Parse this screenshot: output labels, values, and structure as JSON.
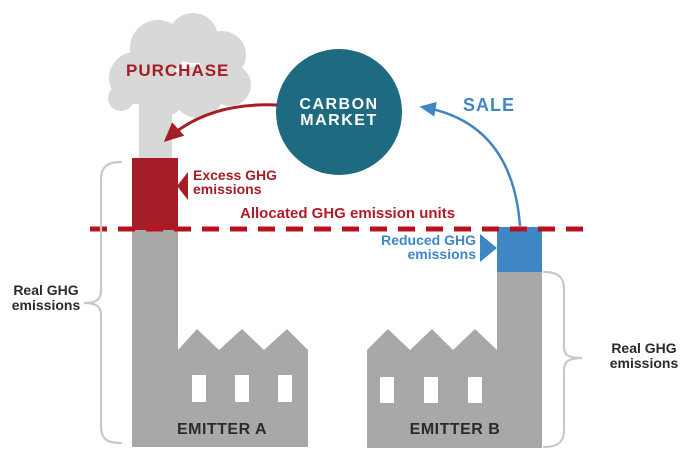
{
  "labels": {
    "purchase": "PURCHASE",
    "sale": "SALE",
    "carbon_market": {
      "line1": "CARBON",
      "line2": "MARKET"
    },
    "excess": {
      "line1": "Excess GHG",
      "line2": "emissions"
    },
    "allocated": "Allocated GHG emission units",
    "reduced": {
      "line1": "Reduced GHG",
      "line2": "emissions"
    },
    "real_left": {
      "line1": "Real GHG",
      "line2": "emissions"
    },
    "real_right": {
      "line1": "Real GHG",
      "line2": "emissions"
    },
    "emitter_a": "EMITTER A",
    "emitter_b": "EMITTER B"
  },
  "icons": {
    "smoke_cloud": "cloud-shape",
    "purchase_arrow": "curved-arrow-down-left",
    "sale_arrow": "curved-arrow-up-left",
    "excess_pointer": "triangle-left",
    "reduced_pointer": "triangle-right",
    "allocated_line": "dashed-horizontal-line",
    "brace_left": "curly-brace-left",
    "brace_right": "curly-brace-right",
    "factory_a": "factory-silhouette",
    "factory_b": "factory-silhouette"
  },
  "colors": {
    "dark_red": "#a51e25",
    "dashed_line_red": "#b9121f",
    "allocated_text_red": "#b01b28",
    "blue": "#3f86c5",
    "teal": "#1e6a80",
    "factory_gray": "#a8a8a8",
    "smoke_gray": "#d8d8d8",
    "brace_gray": "#c8c8c8",
    "dark_text": "#2b2b2b",
    "white": "#ffffff"
  }
}
